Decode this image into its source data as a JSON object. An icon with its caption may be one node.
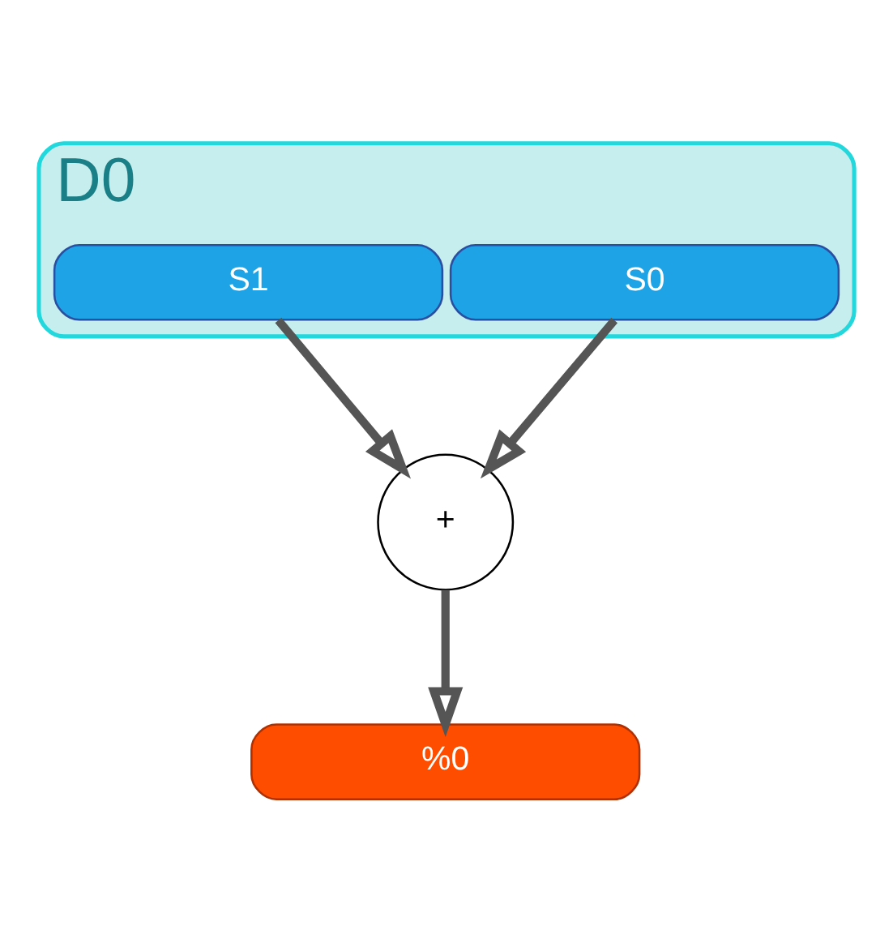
{
  "diagram": {
    "nodes": [
      {
        "text": [
          "D0"
        ]
      },
      {
        "text": [
          "S0"
        ],
        "in": 0
      },
      {
        "text": [
          "S1"
        ],
        "in": 0
      },
      {
        "text": [
          "+"
        ]
      },
      {
        "text": [
          "%0"
        ]
      }
    ],
    "edges": [
      {
        "from": 1,
        "to": 3,
        "arrow": "to"
      },
      {
        "from": 2,
        "to": 3,
        "arrow": "to"
      },
      {
        "from": 3,
        "to": 4,
        "arrow": "to"
      }
    ]
  }
}
